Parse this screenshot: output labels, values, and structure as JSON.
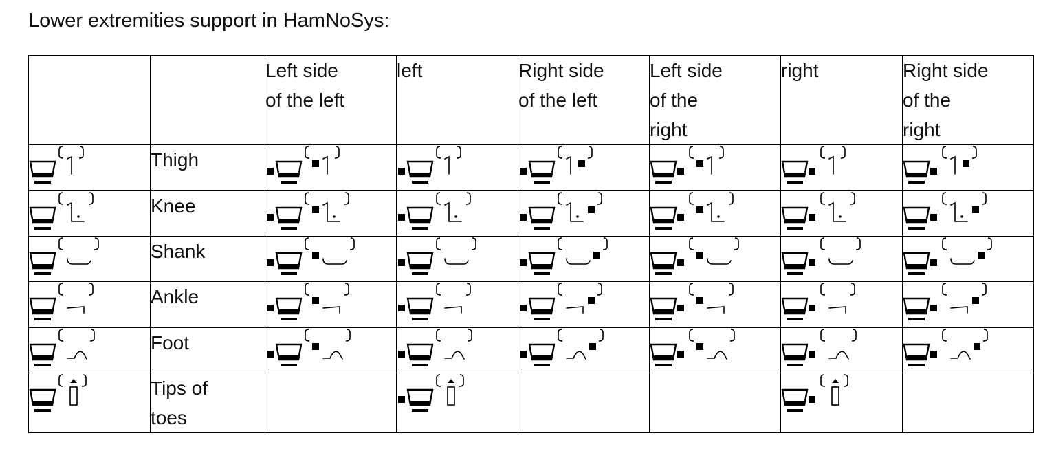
{
  "heading": "Lower extremities support in HamNoSys:",
  "header": [
    "",
    "",
    "Left side of the left",
    "left",
    "Right side of the left",
    "Left side of the right",
    "right",
    "Right side of the right"
  ],
  "header_lines": [
    [],
    [],
    [
      "Left side",
      "of the left"
    ],
    [
      "left"
    ],
    [
      "Right side",
      "of the left"
    ],
    [
      "Left side",
      "of the",
      "right"
    ],
    [
      "right"
    ],
    [
      "Right side",
      "of the",
      "right"
    ]
  ],
  "rows": [
    {
      "label": "Thigh",
      "part": "thigh",
      "cells": [
        "base",
        "LL",
        "L",
        "RL",
        "LR",
        "R",
        "RR"
      ]
    },
    {
      "label": "Knee",
      "part": "knee",
      "cells": [
        "base",
        "LL",
        "L",
        "RL",
        "LR",
        "R",
        "RR"
      ]
    },
    {
      "label": "Shank",
      "part": "shank",
      "cells": [
        "base",
        "LL",
        "L",
        "RL",
        "LR",
        "R",
        "RR"
      ]
    },
    {
      "label": "Ankle",
      "part": "ankle",
      "cells": [
        "base",
        "LL",
        "L",
        "RL",
        "LR",
        "R",
        "RR"
      ]
    },
    {
      "label": "Foot",
      "part": "foot",
      "cells": [
        "base",
        "LL",
        "L",
        "RL",
        "LR",
        "R",
        "RR"
      ]
    },
    {
      "label": "Tips of toes",
      "label_lines": [
        "Tips of",
        "toes"
      ],
      "part": "toes",
      "cells": [
        "base",
        "",
        "L",
        "",
        "",
        "R",
        ""
      ]
    }
  ],
  "icons": {
    "cup": "hamnosys-lower-body-symbol",
    "dot": "hamnosys-side-marker",
    "thigh": "hamnosys-thigh-symbol",
    "knee": "hamnosys-knee-symbol",
    "shank": "hamnosys-shank-symbol",
    "ankle": "hamnosys-ankle-symbol",
    "foot": "hamnosys-foot-symbol",
    "toes": "hamnosys-tips-of-toes-symbol"
  }
}
